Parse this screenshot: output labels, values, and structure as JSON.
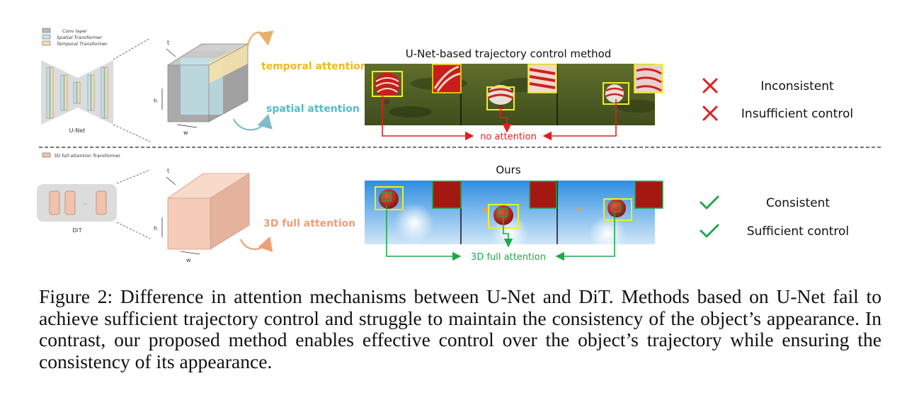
{
  "legend_top": {
    "conv": "Conv layer",
    "spatial": "Spatial Transformer",
    "temporal": "Temporal Transformer"
  },
  "unet_label": "U-Net",
  "legend_bottom": {
    "full3d": "3D full attention Transformer"
  },
  "dit_label": "DiT",
  "dit_ellipsis": "··",
  "axes": {
    "t": "t",
    "h": "h",
    "w": "w"
  },
  "attn_labels": {
    "temporal": "temporal attention",
    "spatial": "spatial attention",
    "full3d": "3D full attention"
  },
  "panel_titles": {
    "unet": "U-Net-based trajectory control method",
    "ours": "Ours"
  },
  "connector_labels": {
    "unet": "no attention",
    "ours": "3D full attention"
  },
  "verdicts": {
    "unet": [
      "Inconsistent",
      "Insufficient control"
    ],
    "ours": [
      "Consistent",
      "Sufficient control"
    ]
  },
  "caption": "Figure 2: Difference in attention mechanisms between U-Net and DiT. Methods based on U-Net fail to achieve sufficient trajectory control and struggle to maintain the consistency of the object’s appearance. In contrast, our proposed method enables effective control over the object’s trajectory while ensuring the consistency of its appearance.",
  "colors": {
    "conv": "#b9b9b9",
    "spatial": "#bfe6ec",
    "temporal": "#f3dfae",
    "full3d": "#f2c3ac",
    "temporal_text": "#f2b822",
    "spatial_text": "#52bccc",
    "full3d_text": "#ef9f78",
    "red": "#e01f1f",
    "green": "#1fa84a",
    "highlight": "#f2ee1e"
  }
}
